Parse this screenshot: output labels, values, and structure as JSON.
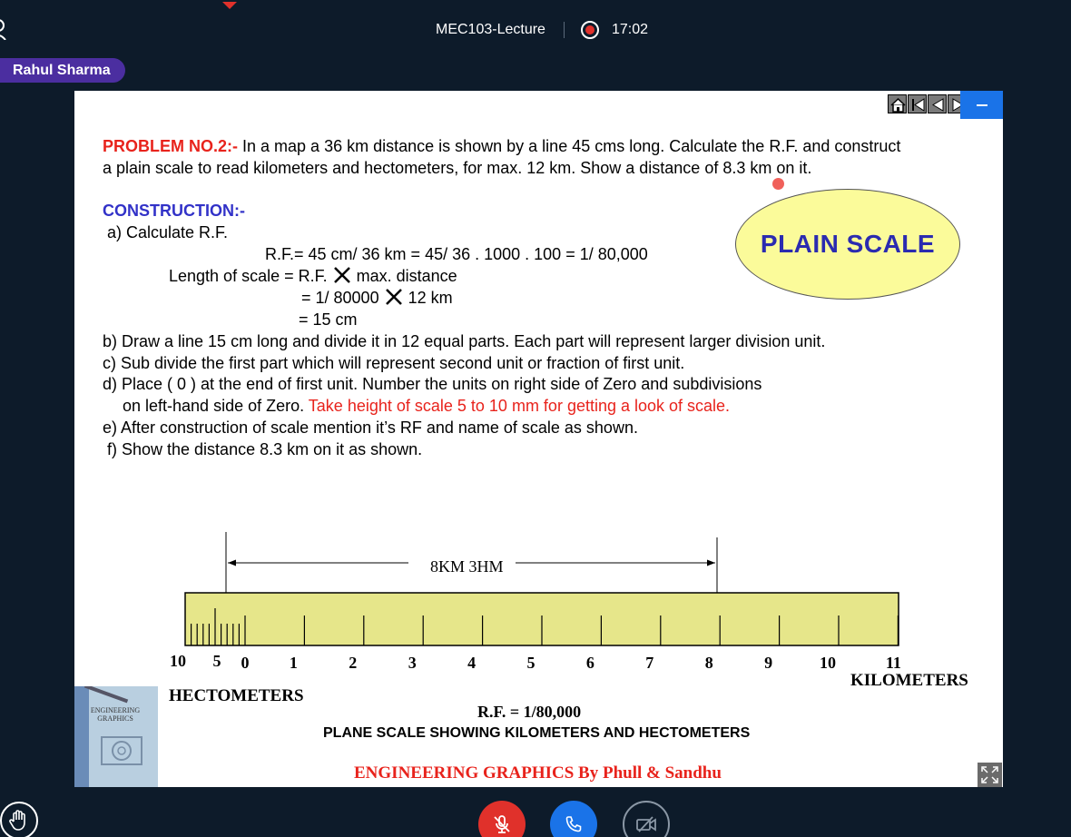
{
  "meeting": {
    "title": "MEC103-Lecture",
    "time": "17:02",
    "speaker": "Rahul Sharma"
  },
  "slide": {
    "problem_label": "PROBLEM NO.2:-",
    "problem_line1": " In a map a 36 km distance is shown by a line 45 cms long. Calculate the R.F. and construct",
    "problem_line2": "a plain scale to read kilometers and hectometers, for max. 12 km. Show a distance of 8.3 km on it.",
    "construction_label": "CONSTRUCTION:-",
    "step_a": "a) Calculate R.F.",
    "rf_calc": "R.F.= 45 cm/ 36 km = 45/ 36 . 1000 . 100 = 1/ 80,000",
    "length_prefix": "Length of scale = R.F.",
    "length_suffix": "max. distance",
    "length_line2_prefix": "= 1/ 80000",
    "length_line2_suffix": "12 km",
    "length_line3": "= 15 cm",
    "step_b": "b) Draw a line 15 cm long and divide it in 12 equal parts. Each part will represent larger division unit.",
    "step_c": "c) Sub divide the first part which will represent second unit or fraction of first unit.",
    "step_d1": "d) Place ( 0 ) at the end of first unit. Number the units on right side of Zero and subdivisions",
    "step_d2_black": "on left-hand side of Zero. ",
    "step_d2_red": "Take height of scale 5 to 10 mm for getting a look of scale.",
    "step_e": "e) After construction of scale mention it’s RF and name of scale as shown.",
    "step_f": "f) Show the distance 8.3 km on it as shown.",
    "plain_scale_badge": "PLAIN SCALE",
    "footer": "ENGINEERING GRAPHICS By Phull & Sandhu",
    "book_title": "ENGINEERING GRAPHICS"
  },
  "diagram": {
    "distance_label": "8KM  3HM",
    "left_labels": [
      "10",
      "5",
      "0"
    ],
    "unit_labels": [
      "1",
      "2",
      "3",
      "4",
      "5",
      "6",
      "7",
      "8",
      "9",
      "10",
      "11"
    ],
    "kilometers_label": "KILOMETERS",
    "hectometers_label": "HECTOMETERS",
    "rf_label": "R.F. = 1/80,000",
    "caption": "PLANE SCALE SHOWING KILOMETERS AND HECTOMETERS"
  },
  "colors": {
    "accent_red": "#e8231c",
    "heading_blue": "#3232c8",
    "scale_fill": "#e6e68a",
    "badge_fill": "#fbfb9a",
    "call_blue": "#1a73e8"
  },
  "icons": [
    "user-icon",
    "record-icon",
    "home-icon",
    "first-slide-icon",
    "prev-slide-icon",
    "next-slide-icon",
    "minimize-icon",
    "expand-icon",
    "raise-hand-icon",
    "mic-muted-icon",
    "phone-icon",
    "camera-off-icon"
  ]
}
